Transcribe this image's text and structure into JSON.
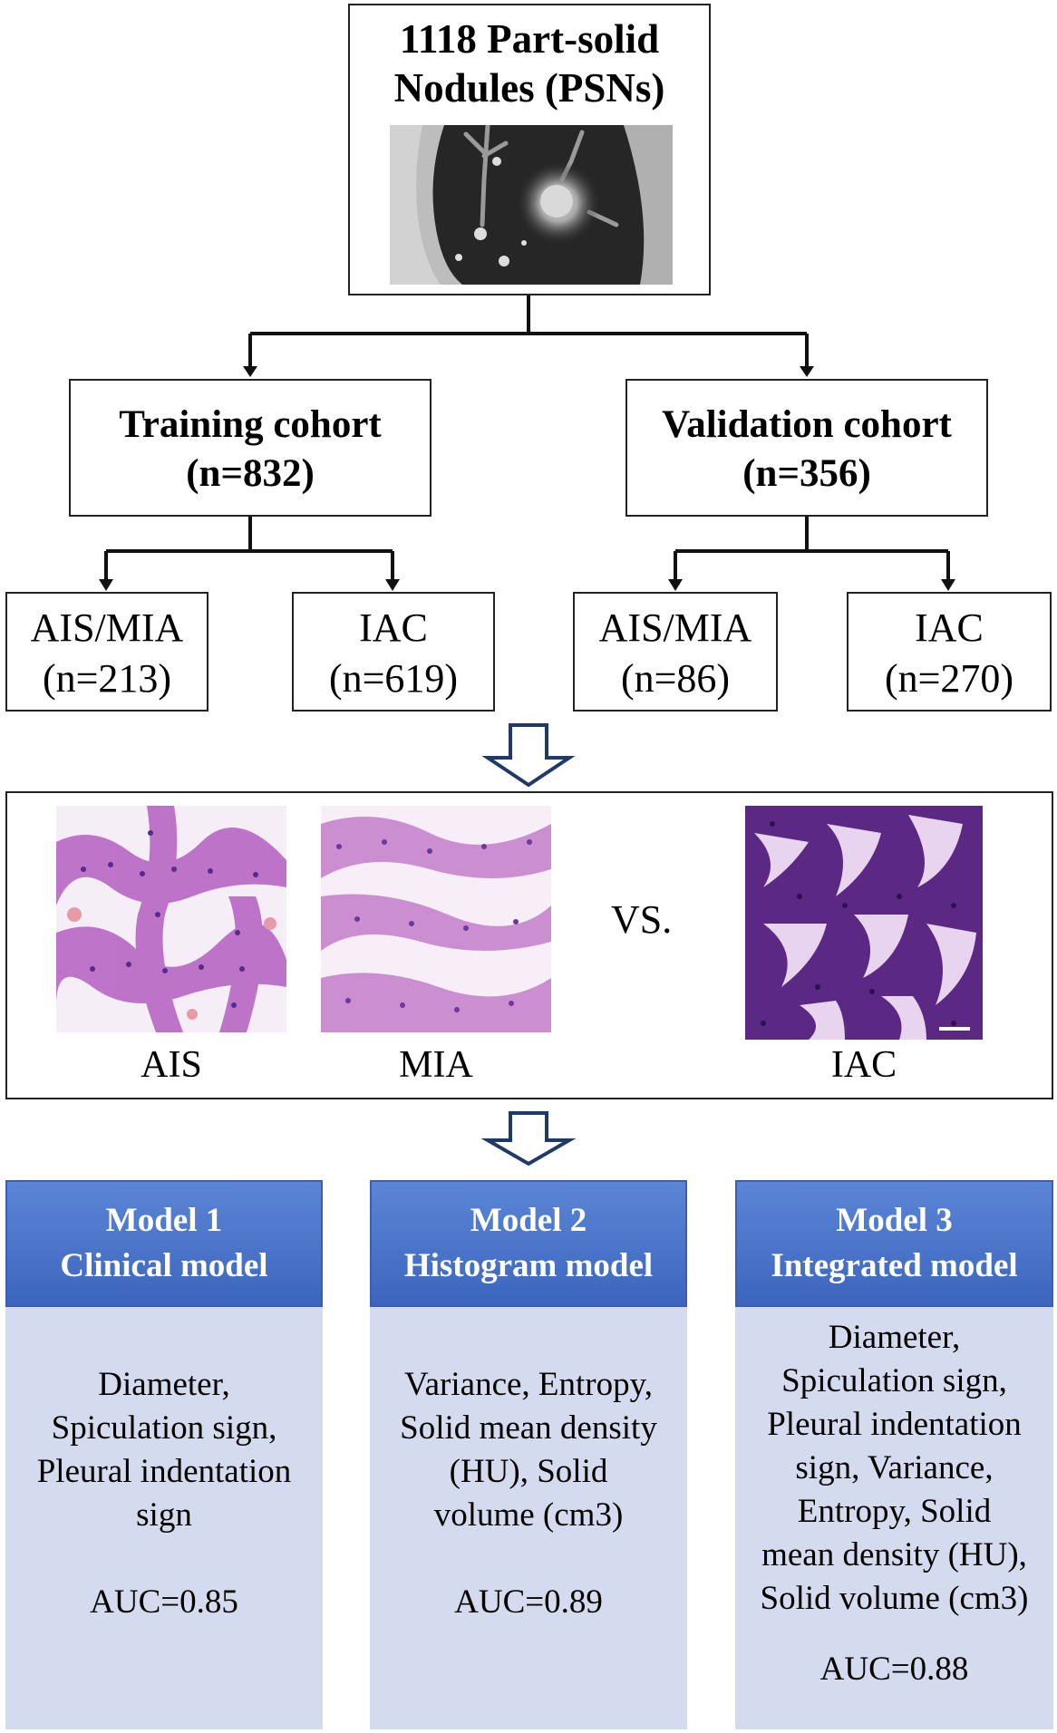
{
  "top_box": {
    "line1": "1118 Part-solid",
    "line2": "Nodules (PSNs)"
  },
  "cohorts": [
    {
      "title": "Training cohort",
      "n": "(n=832)",
      "groups": [
        {
          "label": "AIS/MIA",
          "n": "(n=213)"
        },
        {
          "label": "IAC",
          "n": "(n=619)"
        }
      ]
    },
    {
      "title": "Validation cohort",
      "n": "(n=356)",
      "groups": [
        {
          "label": "AIS/MIA",
          "n": "(n=86)"
        },
        {
          "label": "IAC",
          "n": "(n=270)"
        }
      ]
    }
  ],
  "pathology": {
    "labels": [
      "AIS",
      "MIA",
      "IAC"
    ],
    "vs_text": "VS."
  },
  "models": [
    {
      "head1": "Model 1",
      "head2": "Clinical model",
      "body_lines": [
        "Diameter,",
        "Spiculation sign,",
        "Pleural indentation",
        "sign"
      ],
      "auc": "AUC=0.85"
    },
    {
      "head1": "Model 2",
      "head2": "Histogram model",
      "body_lines": [
        "Variance, Entropy,",
        "Solid mean density",
        "(HU), Solid",
        "volume (cm3)"
      ],
      "auc": "AUC=0.89"
    },
    {
      "head1": "Model 3",
      "head2": "Integrated model",
      "body_lines": [
        "Diameter,",
        "Spiculation sign,",
        "Pleural indentation",
        "sign, Variance,",
        "Entropy, Solid",
        "mean density (HU),",
        "Solid volume (cm3)"
      ],
      "auc": "AUC=0.88"
    }
  ],
  "colors": {
    "model_header": "#4a74c9",
    "model_body": "#d5dbee",
    "he_stain": "#c06fc8",
    "ct_bg": "#2a2a2a"
  }
}
